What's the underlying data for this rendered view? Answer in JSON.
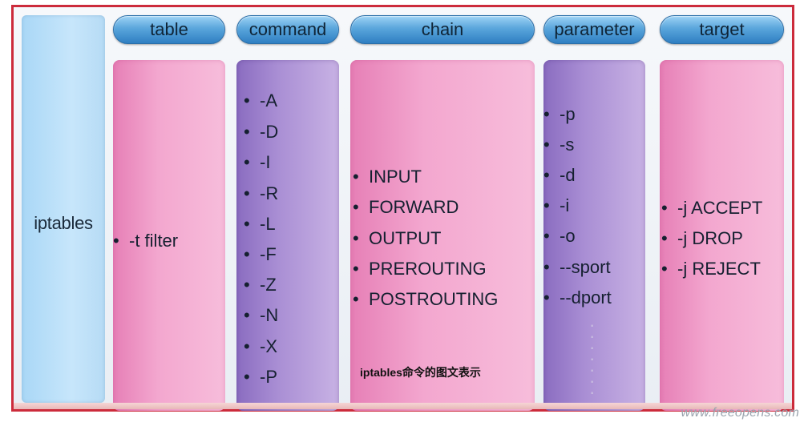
{
  "row_label": "iptables",
  "columns": [
    {
      "key": "table",
      "header": "table",
      "items": [
        "-t  filter"
      ]
    },
    {
      "key": "command",
      "header": "command",
      "items": [
        "-A",
        "-D",
        "-I",
        "-R",
        "-L",
        "-F",
        "-Z",
        "-N",
        "-X",
        "-P"
      ]
    },
    {
      "key": "chain",
      "header": "chain",
      "items": [
        "INPUT",
        "FORWARD",
        "OUTPUT",
        "PREROUTING",
        "POSTROUTING"
      ],
      "caption": "iptables命令的图文表示"
    },
    {
      "key": "parameter",
      "header": "parameter",
      "items": [
        "-p",
        "-s",
        "-d",
        "-i",
        "-o",
        "--sport",
        "--dport"
      ]
    },
    {
      "key": "target",
      "header": "target",
      "items": [
        "-j  ACCEPT",
        "-j  DROP",
        "-j  REJECT"
      ]
    }
  ],
  "bullet_glyph": "•",
  "watermark": "www.freeopens.com",
  "colors": {
    "frame_border": "#cc2b3b",
    "header_blue": "#5aa6dc",
    "row_label_blue": "#b6dbf5",
    "panel_pink": "#f3a7cf",
    "panel_purple": "#a98ed4"
  }
}
